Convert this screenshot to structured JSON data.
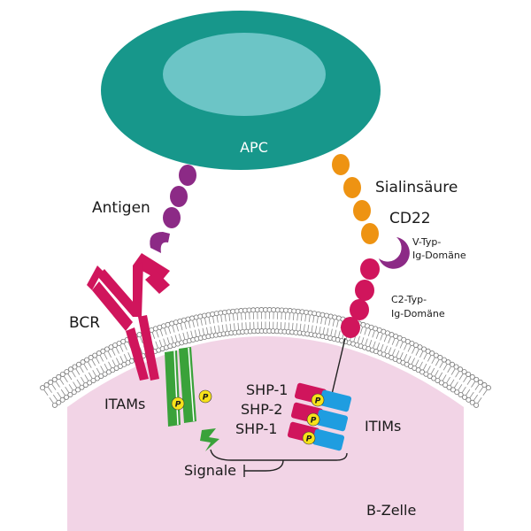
{
  "labels": {
    "apc": "APC",
    "antigen": "Antigen",
    "sialic_acid": "Sialinsäure",
    "cd22": "CD22",
    "v_type_line1": "V-Typ-",
    "v_type_line2": "Ig-Domäne",
    "c2_type_line1": "C2-Typ-",
    "c2_type_line2": "Ig-Domäne",
    "bcr": "BCR",
    "itams": "ITAMs",
    "itims": "ITIMs",
    "shp_1_top": "SHP-1",
    "shp_2": "SHP-2",
    "shp_1_bottom": "SHP-1",
    "signals": "Signale",
    "b_cell": "B-Zelle",
    "phospho": "P"
  },
  "colors": {
    "apc_outer": "#17978b",
    "apc_inner": "#6cc5c6",
    "b_cell": "#f2d4e6",
    "antigen": "#8c2a86",
    "sialic_acid": "#ee9312",
    "cd22": "#d0155c",
    "bcr": "#d0155c",
    "itam": "#3aa23a",
    "shp_red": "#d0155c",
    "shp_blue": "#1f9de0",
    "phospho": "#f7e21a",
    "signal_bolt": "#3aa23a"
  }
}
